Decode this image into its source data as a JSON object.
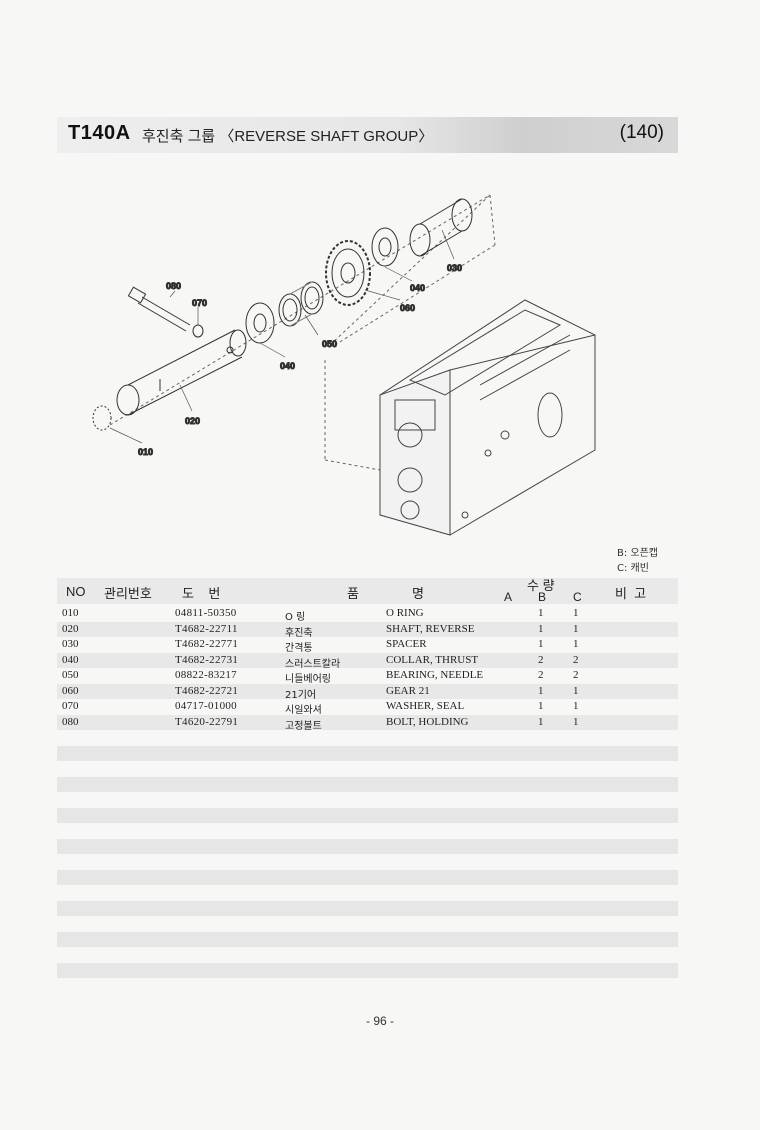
{
  "header": {
    "model_code": "T140A",
    "title": "후진축 그룹 〈REVERSE SHAFT GROUP〉",
    "page_ref": "(140)"
  },
  "diagram": {
    "callouts": [
      "010",
      "020",
      "030",
      "040",
      "040",
      "050",
      "060",
      "070",
      "080"
    ]
  },
  "legend": {
    "b": "B: 오픈캡",
    "c": "C: 캐빈"
  },
  "table": {
    "headers": {
      "no": "NO",
      "mgmt": "관리번호",
      "part_no": "도    번",
      "name_1": "품",
      "name_2": "명",
      "qty": "수 량",
      "qty_a": "A",
      "qty_b": "B",
      "qty_c": "C",
      "remarks": "비  고"
    },
    "rows": [
      {
        "no": "010",
        "part": "04811-50350",
        "ko": "O 링",
        "en": "O RING",
        "b": "1",
        "c": "1"
      },
      {
        "no": "020",
        "part": "T4682-22711",
        "ko": "후진축",
        "en": "SHAFT, REVERSE",
        "b": "1",
        "c": "1"
      },
      {
        "no": "030",
        "part": "T4682-22771",
        "ko": "간격통",
        "en": "SPACER",
        "b": "1",
        "c": "1"
      },
      {
        "no": "040",
        "part": "T4682-22731",
        "ko": "스러스트칼라",
        "en": "COLLAR, THRUST",
        "b": "2",
        "c": "2"
      },
      {
        "no": "050",
        "part": "08822-83217",
        "ko": "니들베어링",
        "en": "BEARING, NEEDLE",
        "b": "2",
        "c": "2"
      },
      {
        "no": "060",
        "part": "T4682-22721",
        "ko": "21기어",
        "en": "GEAR 21",
        "b": "1",
        "c": "1"
      },
      {
        "no": "070",
        "part": "04717-01000",
        "ko": "시일와셔",
        "en": "WASHER, SEAL",
        "b": "1",
        "c": "1"
      },
      {
        "no": "080",
        "part": "T4620-22791",
        "ko": "고정볼트",
        "en": "BOLT, HOLDING",
        "b": "1",
        "c": "1"
      }
    ]
  },
  "footer": {
    "page_number": "- 96 -"
  }
}
